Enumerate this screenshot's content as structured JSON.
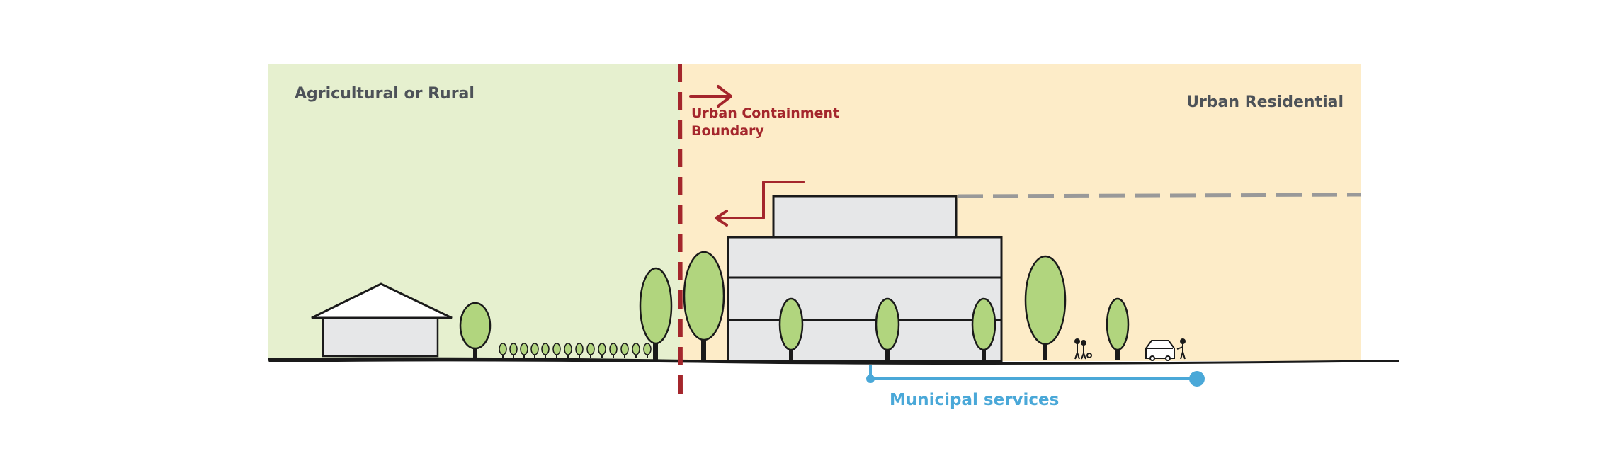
{
  "zones": {
    "left_label": "Agricultural or Rural",
    "right_label": "Urban Residential",
    "left_color": "#e6f0cf",
    "right_color": "#fdecc8"
  },
  "boundary": {
    "line1": "Urban Containment",
    "line2": "Boundary",
    "color": "#a4262c"
  },
  "services": {
    "label": "Municipal services",
    "color": "#4aa8d8"
  },
  "colors": {
    "tree_fill": "#b1d57e",
    "building_fill": "#e6e7e8",
    "outline": "#1a1a1a",
    "height_line": "#999999"
  },
  "icons": [
    "house-icon",
    "tree-icon",
    "shrub-icon",
    "building-icon",
    "pedestrian-icon",
    "car-icon",
    "arrow-right-icon",
    "stepback-arrow-icon"
  ]
}
